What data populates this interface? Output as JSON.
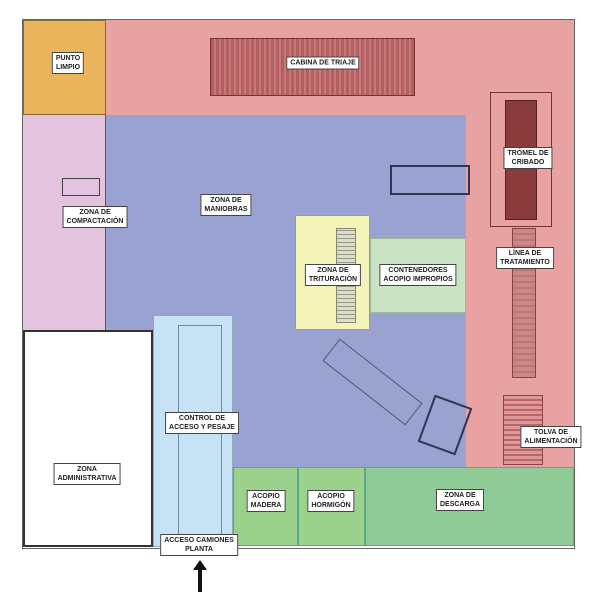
{
  "title": "Plant layout",
  "colors": {
    "punto_limpio": "#e9b45c",
    "tratamiento": "#e8a2a2",
    "compactacion": "#e3c3dd",
    "maniobras": "#9aa2d2",
    "trituracion": "#f3f2b8",
    "contenedores": "#c9e3c4",
    "control": "#c7e2f5",
    "acopio": "#9bd18d",
    "descarga": "#8fcb96"
  },
  "zones": {
    "punto_limpio": [
      "PUNTO",
      "LIMPIO"
    ],
    "cabina_triaje": [
      "CABINA DE TRIAJE"
    ],
    "compactacion": [
      "ZONA DE",
      "COMPACTACIÓN"
    ],
    "maniobras": [
      "ZONA DE",
      "MANIOBRAS"
    ],
    "tromel": [
      "TRÓMEL DE",
      "CRIBADO"
    ],
    "linea": [
      "LÍNEA DE",
      "TRATAMIENTO"
    ],
    "trituracion": [
      "ZONA DE",
      "TRITURACIÓN"
    ],
    "contenedores": [
      "CONTENEDORES",
      "ACOPIO IMPROPIOS"
    ],
    "control": [
      "CONTROL DE",
      "ACCESO Y PESAJE"
    ],
    "tolva": [
      "TOLVA DE",
      "ALIMENTACIÓN"
    ],
    "administrativa": [
      "ZONA",
      "ADMINISTRATIVA"
    ],
    "madera": [
      "ACOPIO",
      "MADERA"
    ],
    "hormigon": [
      "ACOPIO",
      "HORMIGÓN"
    ],
    "descarga": [
      "ZONA DE",
      "DESCARGA"
    ],
    "acceso": [
      "ACCESO CAMIONES",
      "PLANTA"
    ]
  }
}
